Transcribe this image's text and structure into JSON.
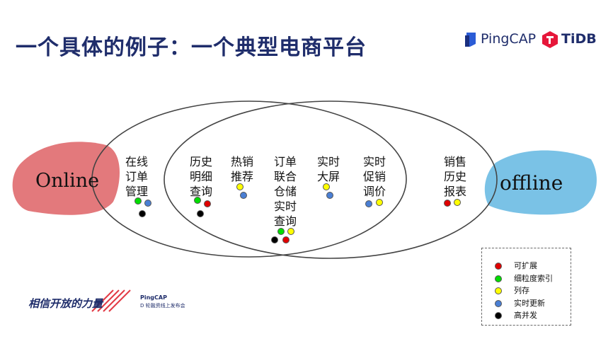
{
  "title": "一个具体的例子：一个典型电商平台",
  "logos": {
    "pingcap": "PingCAP",
    "tidb": "TiDB",
    "event_slogan": "相信开放的力量",
    "event_brand": "PingCAP",
    "event_sub": "D 轮融资线上发布会"
  },
  "labels": {
    "online": "Online",
    "offline": "offline"
  },
  "colors": {
    "red": "#e00000",
    "green": "#00dd00",
    "yellow": "#ffff00",
    "blue": "#4a7fd4",
    "black": "#000000",
    "title": "#1f2d6b"
  },
  "scenarios": [
    {
      "lines": [
        "在线",
        "订单",
        "管理"
      ],
      "features": [
        "green",
        "blue",
        "black"
      ]
    },
    {
      "lines": [
        "历史",
        "明细",
        "查询"
      ],
      "features": [
        "green",
        "red",
        "black"
      ]
    },
    {
      "lines": [
        "热销",
        "推荐"
      ],
      "features": [
        "yellow",
        "blue"
      ]
    },
    {
      "lines": [
        "订单",
        "联合",
        "仓储",
        "实时",
        "查询"
      ],
      "features": [
        "green",
        "yellow",
        "black",
        "red"
      ]
    },
    {
      "lines": [
        "实时",
        "大屏"
      ],
      "features": [
        "yellow",
        "blue"
      ]
    },
    {
      "lines": [
        "实时",
        "促销",
        "调价"
      ],
      "features": [
        "blue",
        "yellow"
      ]
    },
    {
      "lines": [
        "销售",
        "历史",
        "报表"
      ],
      "features": [
        "red",
        "yellow"
      ]
    }
  ],
  "legend": [
    {
      "color": "red",
      "label": "可扩展"
    },
    {
      "color": "green",
      "label": "细粒度索引"
    },
    {
      "color": "yellow",
      "label": "列存"
    },
    {
      "color": "blue",
      "label": "实时更新"
    },
    {
      "color": "black",
      "label": "高并发"
    }
  ]
}
